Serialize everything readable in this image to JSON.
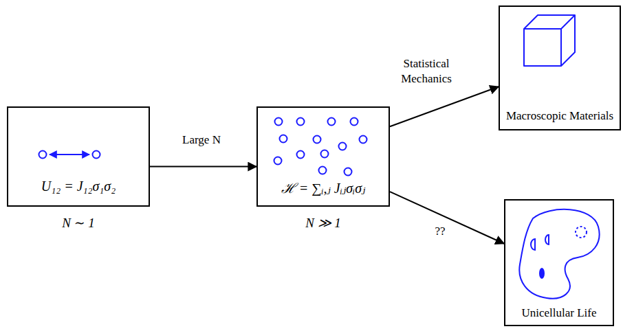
{
  "diagram": {
    "nodes": [
      {
        "text": [
          "U₁₂ = J₁₂σ₁σ₂",
          "N ∼ 1"
        ]
      },
      {
        "text": [
          "ℋ = ∑ᵢ,ⱼ Jᵢⱼσᵢσⱼ",
          "N ≫ 1"
        ]
      },
      {
        "text": [
          "Macroscopic Materials"
        ]
      },
      {
        "text": [
          "Unicellular Life"
        ]
      }
    ],
    "edges": [
      {
        "from": 0,
        "to": 1,
        "arrow": "to",
        "label": "Large N"
      },
      {
        "from": 1,
        "to": 2,
        "arrow": "to",
        "label": "Statistical Mechanics"
      },
      {
        "from": 1,
        "to": 3,
        "arrow": "to",
        "label": "??"
      }
    ]
  }
}
